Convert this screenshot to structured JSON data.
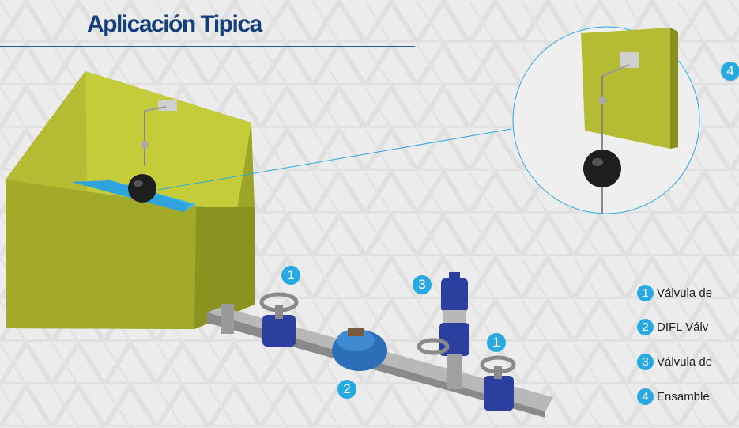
{
  "header": {
    "title": "Aplicación Tipica"
  },
  "colors": {
    "accent": "#27a9e1",
    "title": "#143f7a",
    "tank": "#a9b02a",
    "water": "#3fb6ea",
    "valve": "#2a3f9e"
  },
  "callouts": {
    "valve_left": "1",
    "valve_right": "1",
    "difl": "2",
    "relief": "3",
    "detail": "4"
  },
  "legend": [
    {
      "number": "1",
      "label": "Válvula de"
    },
    {
      "number": "2",
      "label": "DIFL  Válv"
    },
    {
      "number": "3",
      "label": "Válvula de"
    },
    {
      "number": "4",
      "label": "Ensamble"
    }
  ]
}
